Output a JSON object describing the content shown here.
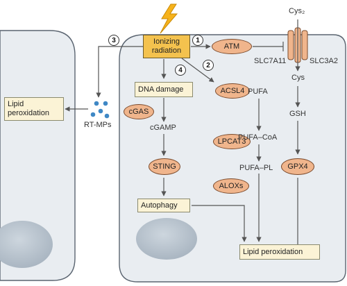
{
  "ionizing_radiation": "Ionizing\nradiation",
  "steps": {
    "s1": "1",
    "s2": "2",
    "s3": "3",
    "s4": "4"
  },
  "boxes": {
    "dna_damage": "DNA damage",
    "autophagy": "Autophagy",
    "lipid_perox_right": "Lipid peroxidation",
    "lipid_perox_left": "Lipid\nperoxidation"
  },
  "enzymes": {
    "atm": "ATM",
    "acsl4": "ACSL4",
    "lpcat3": "LPCAT3",
    "alox": "ALOXs",
    "cgas": "cGAS",
    "sting": "STING",
    "gpx4": "GPX4"
  },
  "labels": {
    "cys2": "Cys₂",
    "slc7a11": "SLC7A11",
    "slc3a2": "SLC3A2",
    "cys": "Cys",
    "gsh": "GSH",
    "pufa": "PUFA",
    "pufa_coa": "PUFA–CoA",
    "pufa_pl": "PUFA–PL",
    "cgamp": "cGAMP",
    "rt_mps": "RT-MPs"
  },
  "colors": {
    "cell_fill": "#e9edf1",
    "nucleus": "#b6c2ce",
    "enzyme": "#f0b58c",
    "box": "#fbf3d6",
    "radiation": "#f4c24e",
    "bolt": "#f6b21b",
    "mp_dot": "#3f88c5",
    "line": "#555555"
  }
}
